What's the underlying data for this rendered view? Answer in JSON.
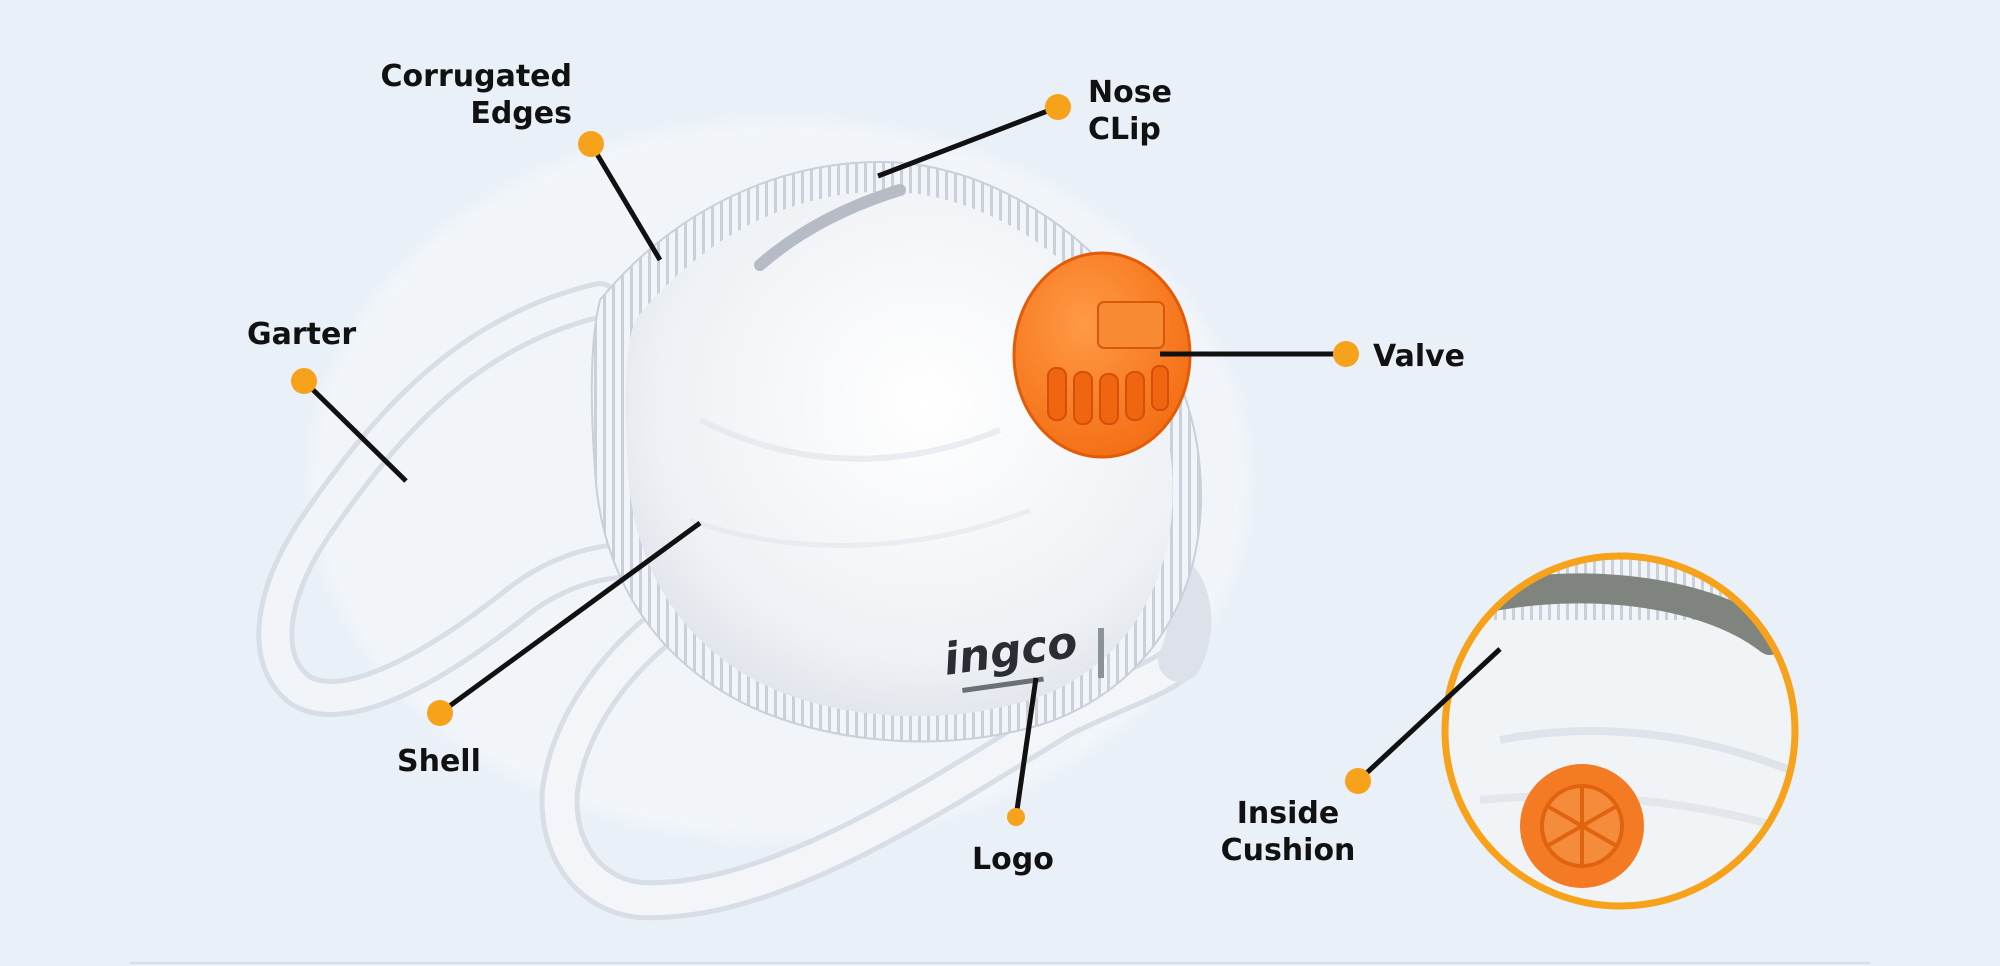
{
  "labels": {
    "corrugated_edges": [
      "Corrugated",
      "Edges"
    ],
    "nose_clip": [
      "Nose",
      "CLip"
    ],
    "garter": "Garter",
    "valve": "Valve",
    "shell": "Shell",
    "logo": "Logo",
    "inside_cushion": [
      "Inside",
      "Cushion"
    ]
  },
  "colors": {
    "background": "#eaf0f8",
    "marker": "#f6a21a",
    "leader_line": "#111111",
    "label_text": "#111111",
    "valve_orange": "#ff7a1e",
    "mask_white": "#f4f6f8",
    "strap": "#e4e8ee"
  },
  "icons": {
    "valve_vents": "valve-vent-icon",
    "inner_valve": "inner-valve-icon"
  },
  "brand_mark": "ingco"
}
